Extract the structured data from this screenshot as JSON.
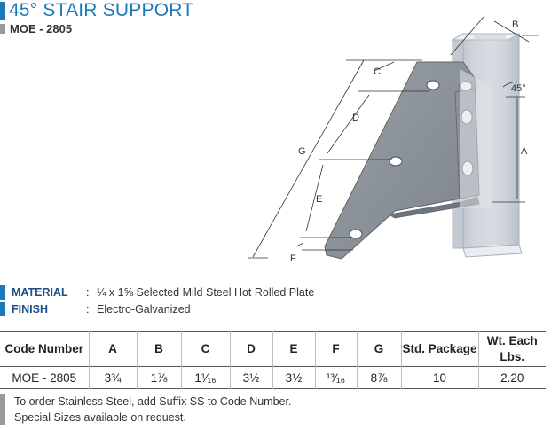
{
  "header": {
    "title": "45° STAIR SUPPORT",
    "code": "MOE - 2805"
  },
  "drawing": {
    "labels": {
      "a": "A",
      "b": "B",
      "c": "C",
      "d": "D",
      "e": "E",
      "f": "F",
      "g": "G",
      "angle": "45°"
    }
  },
  "specs": [
    {
      "label": "MATERIAL",
      "colon": ":",
      "value": "¼ x 1⅝ Selected Mild Steel Hot Rolled Plate"
    },
    {
      "label": "FINISH",
      "colon": ":",
      "value": "Electro-Galvanized"
    }
  ],
  "table": {
    "headers": [
      "Code Number",
      "A",
      "B",
      "C",
      "D",
      "E",
      "F",
      "G",
      "Std. Package",
      "Wt. Each Lbs."
    ],
    "row": [
      "MOE - 2805",
      "3¾",
      "1⅞",
      "1¹⁄₁₆",
      "3½",
      "3½",
      "¹³⁄₁₆",
      "8⅞",
      "10",
      "2.20"
    ]
  },
  "notes": [
    "To order Stainless Steel, add Suffix SS to Code Number.",
    "Special Sizes available on request."
  ],
  "colors": {
    "accent": "#1d7ab8",
    "bar_gray": "#9a9a9a",
    "steel": "#8d929a",
    "channel": "#d6dbe2"
  }
}
